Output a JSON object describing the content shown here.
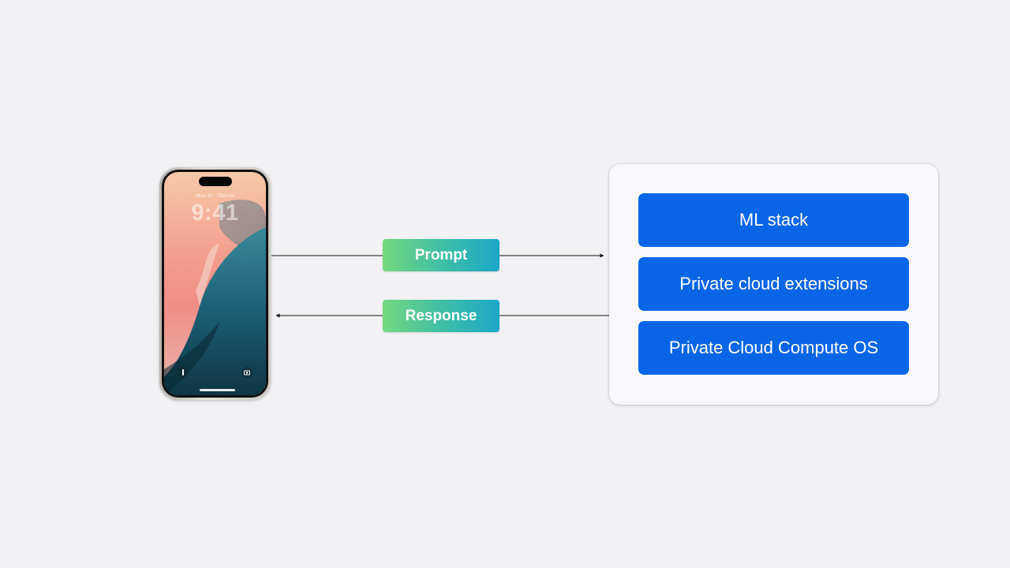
{
  "phone": {
    "date_line": "Mon 10 · Tiburon",
    "time": "9:41"
  },
  "flow": {
    "request_label": "Prompt",
    "response_label": "Response"
  },
  "server": {
    "layers": [
      {
        "label": "ML stack"
      },
      {
        "label": "Private cloud extensions"
      },
      {
        "label": "Private Cloud Compute OS"
      }
    ]
  },
  "colors": {
    "background": "#f2f2f5",
    "layer_blue": "#0866e6",
    "pill_gradient_start": "#74d87f",
    "pill_gradient_end": "#1aa7c8"
  },
  "icons": {
    "flashlight": "flashlight-icon",
    "camera": "camera-icon"
  }
}
